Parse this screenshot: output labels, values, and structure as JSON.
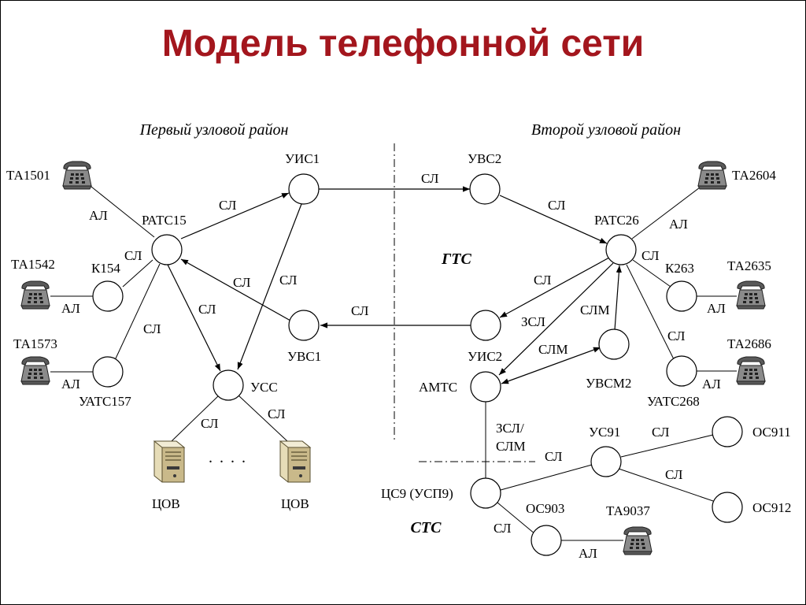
{
  "title": "Модель телефонной сети",
  "regions": {
    "first": "Первый узловой район",
    "second": "Второй узловой район"
  },
  "networks": {
    "gts": "ГТС",
    "sts": "СТС"
  },
  "nodes": {
    "rats15": "РАТС15",
    "uis1": "УИС1",
    "uvs1": "УВС1",
    "uss": "УСС",
    "k154": "К154",
    "uats157": "УАТС157",
    "uvs2": "УВС2",
    "rats26": "РАТС26",
    "k263": "К263",
    "uats268": "УАТС268",
    "uis2": "УИС2",
    "amts": "АМТС",
    "uvsm2": "УВСМ2",
    "us91": "УС91",
    "os911": "ОС911",
    "os912": "ОС912",
    "cs9": "ЦС9 (УСП9)",
    "os903": "ОС903"
  },
  "phones": {
    "ta1501": "ТА1501",
    "ta1542": "ТА1542",
    "ta1573": "ТА1573",
    "ta2604": "ТА2604",
    "ta2635": "ТА2635",
    "ta2686": "ТА2686",
    "ta9037": "ТА9037"
  },
  "servers": {
    "label": "ЦОВ"
  },
  "links": {
    "sl": "СЛ",
    "al": "АЛ",
    "zsl": "ЗСЛ",
    "slm": "СЛМ",
    "zsl_slm_1": "ЗСЛ/",
    "zsl_slm_2": "СЛМ"
  },
  "ellipsis": ". . . .",
  "colors": {
    "title": "#a3161d",
    "lines": "#000000",
    "phone": "#6b6b6b",
    "server": "#c8b98a"
  }
}
